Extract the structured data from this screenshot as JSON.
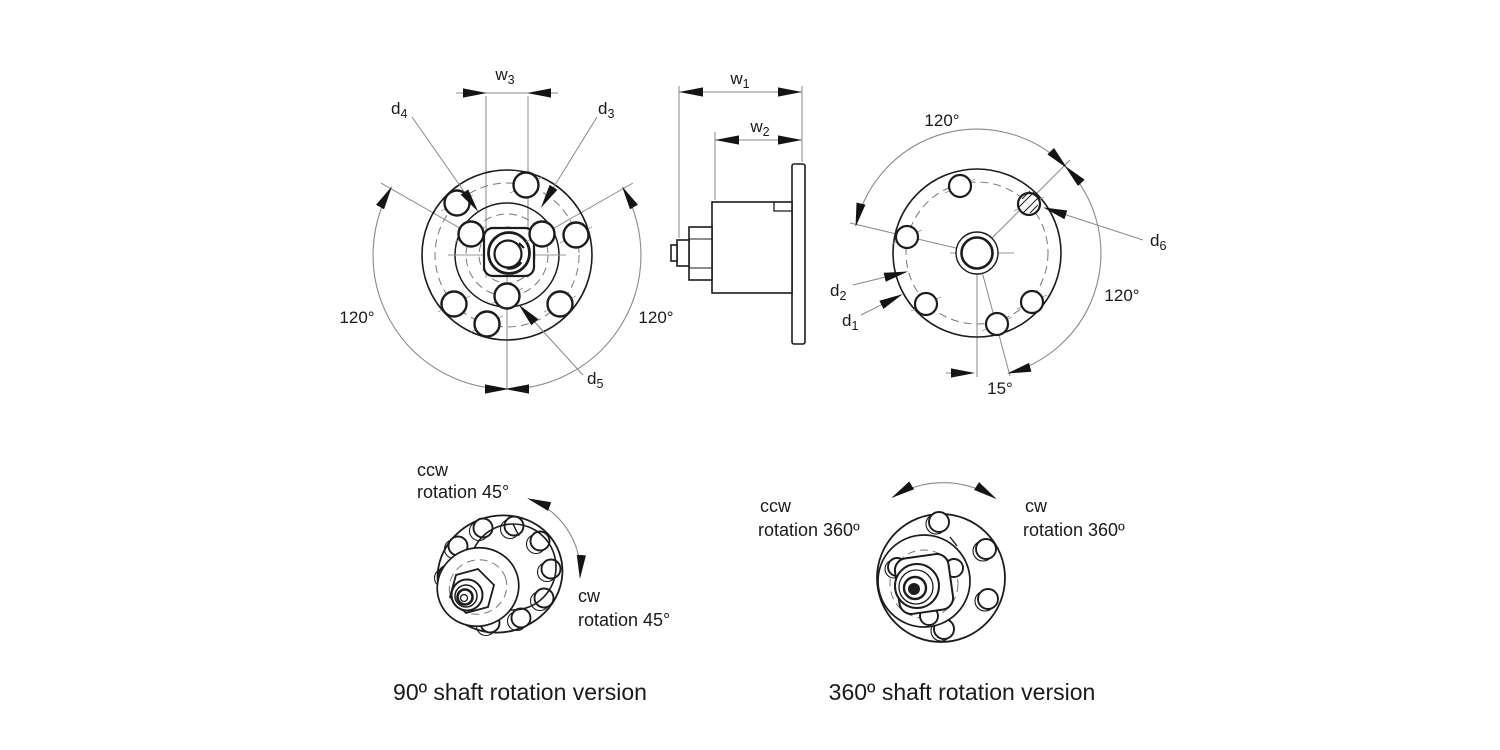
{
  "drawing": {
    "front_view": {
      "w3": {
        "base": "w",
        "sub": "3"
      },
      "d4": {
        "base": "d",
        "sub": "4"
      },
      "d3": {
        "base": "d",
        "sub": "3"
      },
      "d5": {
        "base": "d",
        "sub": "5"
      },
      "angle_left": "120°",
      "angle_right": "120°"
    },
    "side_view": {
      "w1": {
        "base": "w",
        "sub": "1"
      },
      "w2": {
        "base": "w",
        "sub": "2"
      }
    },
    "rear_view": {
      "d1": {
        "base": "d",
        "sub": "1"
      },
      "d2": {
        "base": "d",
        "sub": "2"
      },
      "d6": {
        "base": "d",
        "sub": "6"
      },
      "angle_top": "120°",
      "angle_right": "120°",
      "angle_offset": "15°"
    },
    "version_90": {
      "ccw_label": "ccw",
      "ccw_rotation": "rotation 45°",
      "cw_label": "cw",
      "cw_rotation": "rotation 45°",
      "caption": "90º shaft rotation version"
    },
    "version_360": {
      "ccw_label": "ccw",
      "ccw_rotation": "rotation 360º",
      "cw_label": "cw",
      "cw_rotation": "rotation 360º",
      "caption": "360º shaft rotation version"
    },
    "colors": {
      "line": "#1c1c1c",
      "dimension": "#8a8a8a",
      "arrow": "#141414",
      "background": "#ffffff"
    }
  }
}
